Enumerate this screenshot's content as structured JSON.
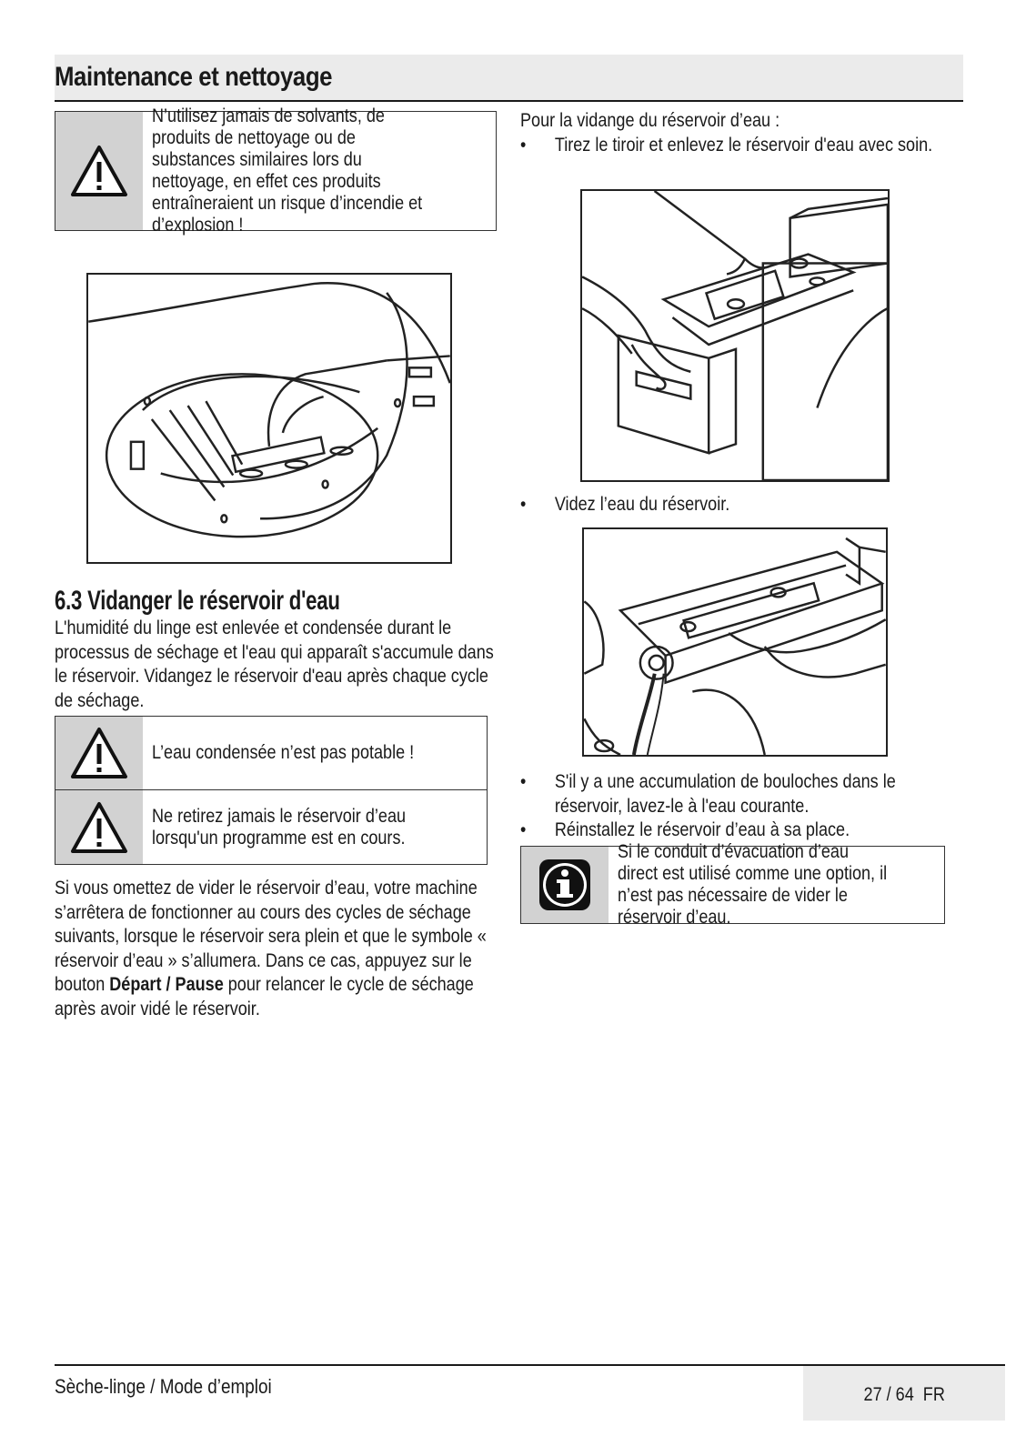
{
  "header": {
    "title": "Maintenance et nettoyage"
  },
  "left": {
    "warning1": "N’utilisez jamais de solvants, de produits de nettoyage ou de substances similaires lors du nettoyage, en effet ces produits entraîneraient un risque d’incendie et d’explosion !",
    "section_title": "6.3 Vidanger le réservoir d'eau",
    "intro": "L'humidité du linge est enlevée et condensée durant le processus de séchage et l'eau qui apparaît s'accumule dans le réservoir. Vidangez le réservoir d'eau après chaque cycle de séchage.",
    "warning2": "L’eau condensée n’est pas potable !",
    "warning3": "Ne retirez jamais le réservoir d’eau lorsqu'un programme est en cours.",
    "para_a": "Si vous omettez de vider le réservoir d’eau, votre machine s’arrêtera de fonctionner au cours des cycles de séchage suivants, lorsque le réservoir sera plein et que le symbole « réservoir d’eau » s’allumera. Dans ce cas, appuyez sur le bouton ",
    "para_bold": "Départ / Pause",
    "para_b": " pour relancer le cycle de séchage après avoir vidé le réservoir."
  },
  "right": {
    "intro": "Pour la vidange du réservoir d’eau :",
    "bullet_symbol": "•",
    "bullet1": "Tirez le tiroir et enlevez le réservoir d'eau avec soin.",
    "bullet2": "Videz l’eau du réservoir.",
    "bullet3": "S'il y a une accumulation de bouloches dans le réservoir, lavez-le à l'eau courante.",
    "bullet4": "Réinstallez le réservoir d’eau à sa place.",
    "info": "Si le conduit d’évacuation d’eau direct est utilisé comme une option, il n’est pas nécessaire de vider le réservoir d’eau."
  },
  "footer": {
    "left": "Sèche-linge / Mode d’emploi",
    "page": "27 / 64  FR"
  },
  "colors": {
    "band": "#ebebeb",
    "icon_bg": "#d2d2d2",
    "ink": "#1a1a1a"
  },
  "icons": [
    "warning-triangle-icon",
    "info-icon"
  ]
}
